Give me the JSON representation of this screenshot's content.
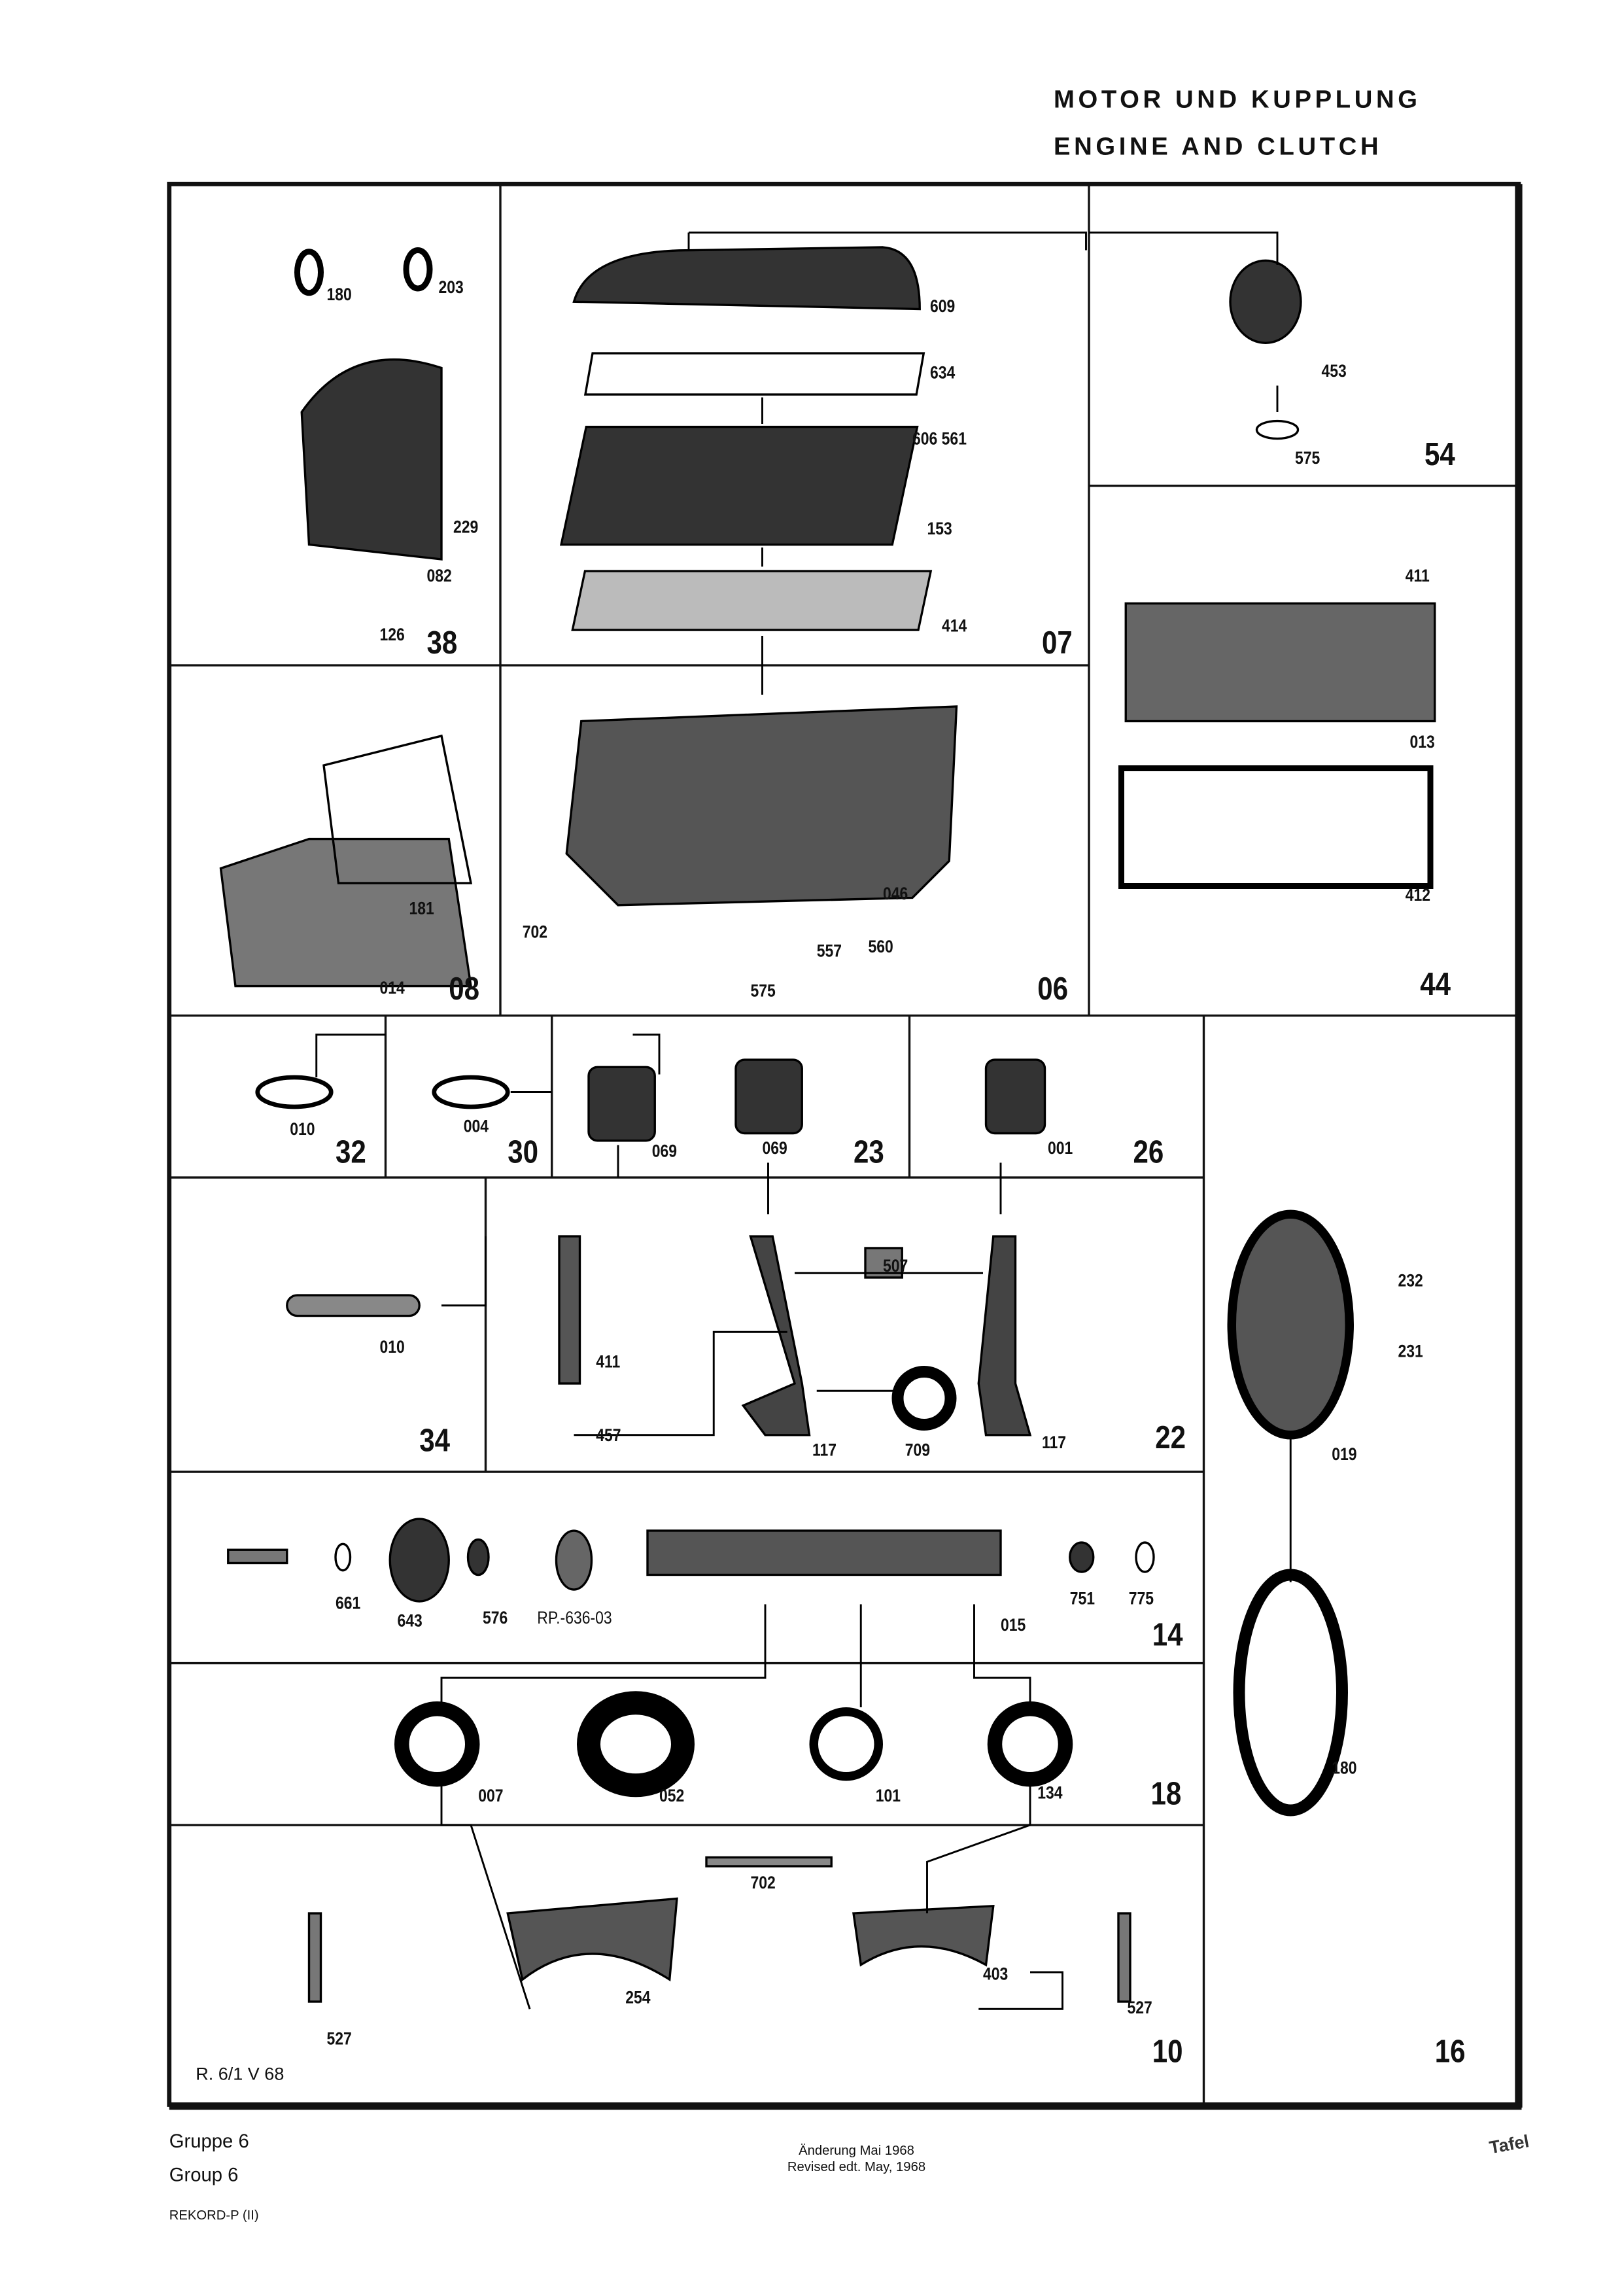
{
  "header": {
    "title_de": "MOTOR UND KUPPLUNG",
    "title_en": "ENGINE AND CLUTCH"
  },
  "sections": {
    "s38": {
      "group": "38",
      "parts": [
        "180",
        "203",
        "229",
        "082",
        "126"
      ]
    },
    "s07": {
      "group": "07",
      "parts": [
        "609",
        "634",
        "606 561",
        "153",
        "414"
      ]
    },
    "s54": {
      "group": "54",
      "parts": [
        "453",
        "575"
      ]
    },
    "s44": {
      "group": "44",
      "parts": [
        "411",
        "013",
        "412"
      ]
    },
    "s08": {
      "group": "08",
      "parts": [
        "181",
        "014"
      ]
    },
    "s06": {
      "group": "06",
      "parts": [
        "702",
        "046",
        "557",
        "560",
        "575"
      ]
    },
    "s32": {
      "group": "32",
      "parts": [
        "010"
      ]
    },
    "s30": {
      "group": "30",
      "parts": [
        "004"
      ]
    },
    "s23": {
      "group": "23",
      "parts": [
        "069",
        "069"
      ]
    },
    "s26": {
      "group": "26",
      "parts": [
        "001"
      ]
    },
    "s34": {
      "group": "34",
      "parts": [
        "010",
        "411",
        "457"
      ]
    },
    "s22": {
      "group": "22",
      "parts": [
        "507",
        "117",
        "709",
        "117"
      ]
    },
    "s14": {
      "group": "14",
      "parts": [
        "661",
        "643",
        "576",
        "RP.-636-03",
        "015",
        "751",
        "775"
      ]
    },
    "s18": {
      "group": "18",
      "parts": [
        "007",
        "052",
        "101",
        "134"
      ]
    },
    "s10": {
      "group": "10",
      "parts": [
        "702",
        "254",
        "403",
        "527",
        "527"
      ]
    },
    "s16": {
      "group": "16",
      "parts": [
        "232",
        "231",
        "019",
        "180"
      ]
    }
  },
  "plate_code": "R. 6/1 V 68",
  "footer": {
    "gruppe": "Gruppe 6",
    "group": "Group 6",
    "model": "REKORD-P (II)",
    "change_de": "Änderung Mai 1968",
    "change_en": "Revised edt. May, 1968",
    "stamp": "Tafel"
  }
}
